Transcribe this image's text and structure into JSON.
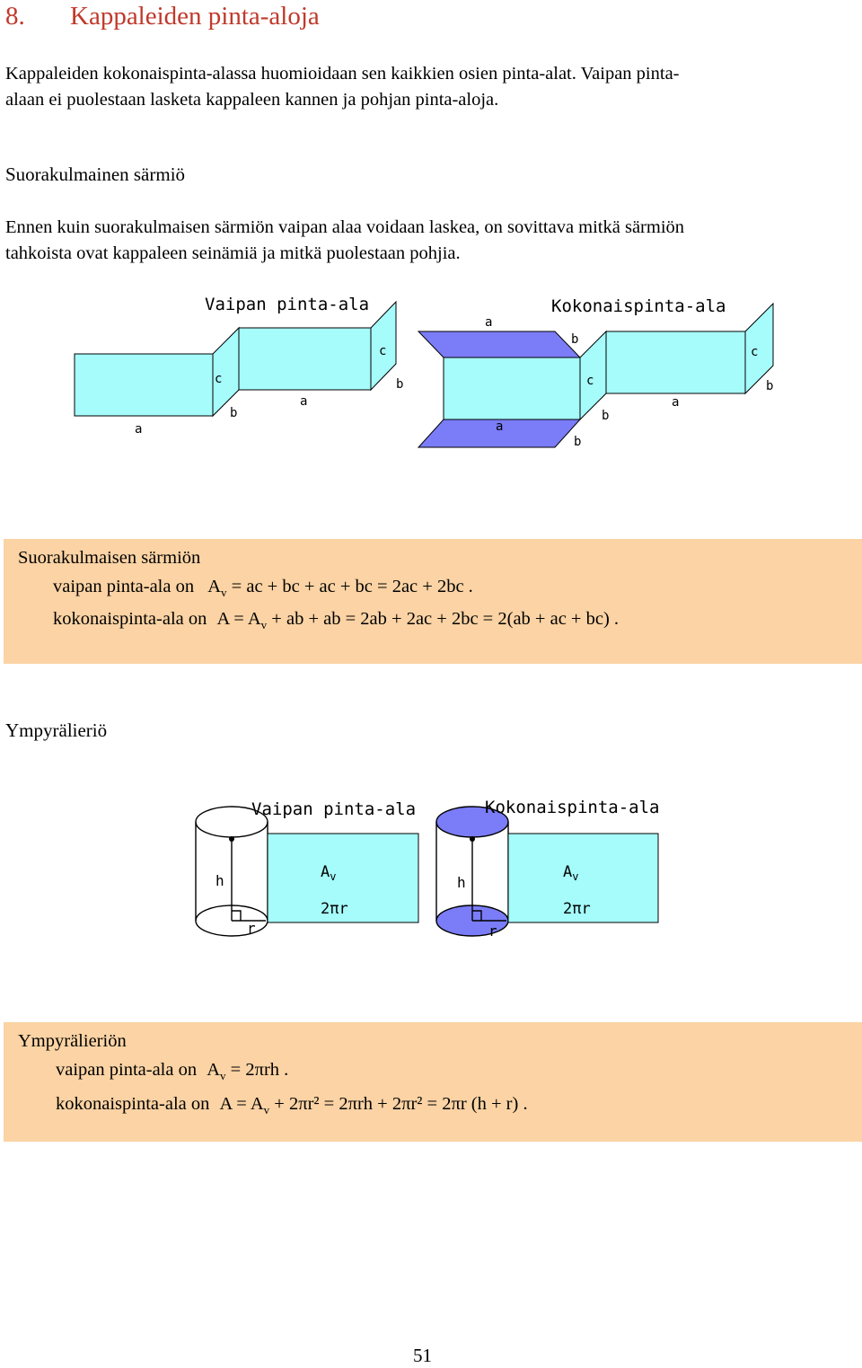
{
  "chapter": {
    "number": "8.",
    "title": "Kappaleiden pinta-aloja"
  },
  "intro": {
    "line1": "Kappaleiden kokonaispinta-alassa huomioidaan sen kaikkien osien pinta-alat. Vaipan pinta-",
    "line2": "alaan ei puolestaan lasketa kappaleen kannen ja pohjan pinta-aloja."
  },
  "prism": {
    "heading": "Suorakulmainen särmiö",
    "desc_line1": "Ennen kuin suorakulmaisen särmiön vaipan alaa voidaan laskea, on sovittava mitkä särmiön",
    "desc_line2": "tahkoista ovat kappaleen seinämiä ja mitkä puolestaan pohjia.",
    "figure": {
      "left_title": "Vaipan pinta-ala",
      "right_title": "Kokonaispinta-ala",
      "labels": {
        "a": "a",
        "b": "b",
        "c": "c"
      },
      "colors": {
        "lateral": "#a6fbfb",
        "base": "#7b7cf7",
        "outline": "#000000"
      }
    },
    "formula_box": {
      "line1": "Suorakulmaisen särmiön",
      "line2_prefix": "vaipan pinta-ala   on",
      "line2_formula": "A",
      "line2_sub": "v",
      "line2_rest": " = ac + bc + ac + bc = 2ac + 2bc .",
      "line3_prefix": "kokonaispinta-ala on",
      "line3_a": "A = A",
      "line3_sub": "v",
      "line3_rest": " + ab + ab = 2ab + 2ac + 2bc = 2(ab + ac + bc) ."
    }
  },
  "cylinder": {
    "heading": "Ympyrälieriö",
    "figure": {
      "left_title": "Vaipan pinta-ala",
      "right_title": "Kokonaispinta-ala",
      "h": "h",
      "r": "r",
      "area": "A",
      "area_sub": "v",
      "width": "2πr",
      "colors": {
        "lateral": "#a6fbfb",
        "base": "#7b7cf7"
      }
    },
    "formula_box": {
      "line1": "Ympyrälieriön",
      "line2_prefix": "vaipan pinta-ala on",
      "line2_a": "A",
      "line2_sub": "v",
      "line2_rest": " = 2πrh .",
      "line3_prefix": "kokonaispinta-ala on",
      "line3_a": "A = A",
      "line3_sub": "v",
      "line3_rest": " + 2πr² = 2πrh + 2πr² = 2πr (h + r) ."
    }
  },
  "page_number": "51"
}
